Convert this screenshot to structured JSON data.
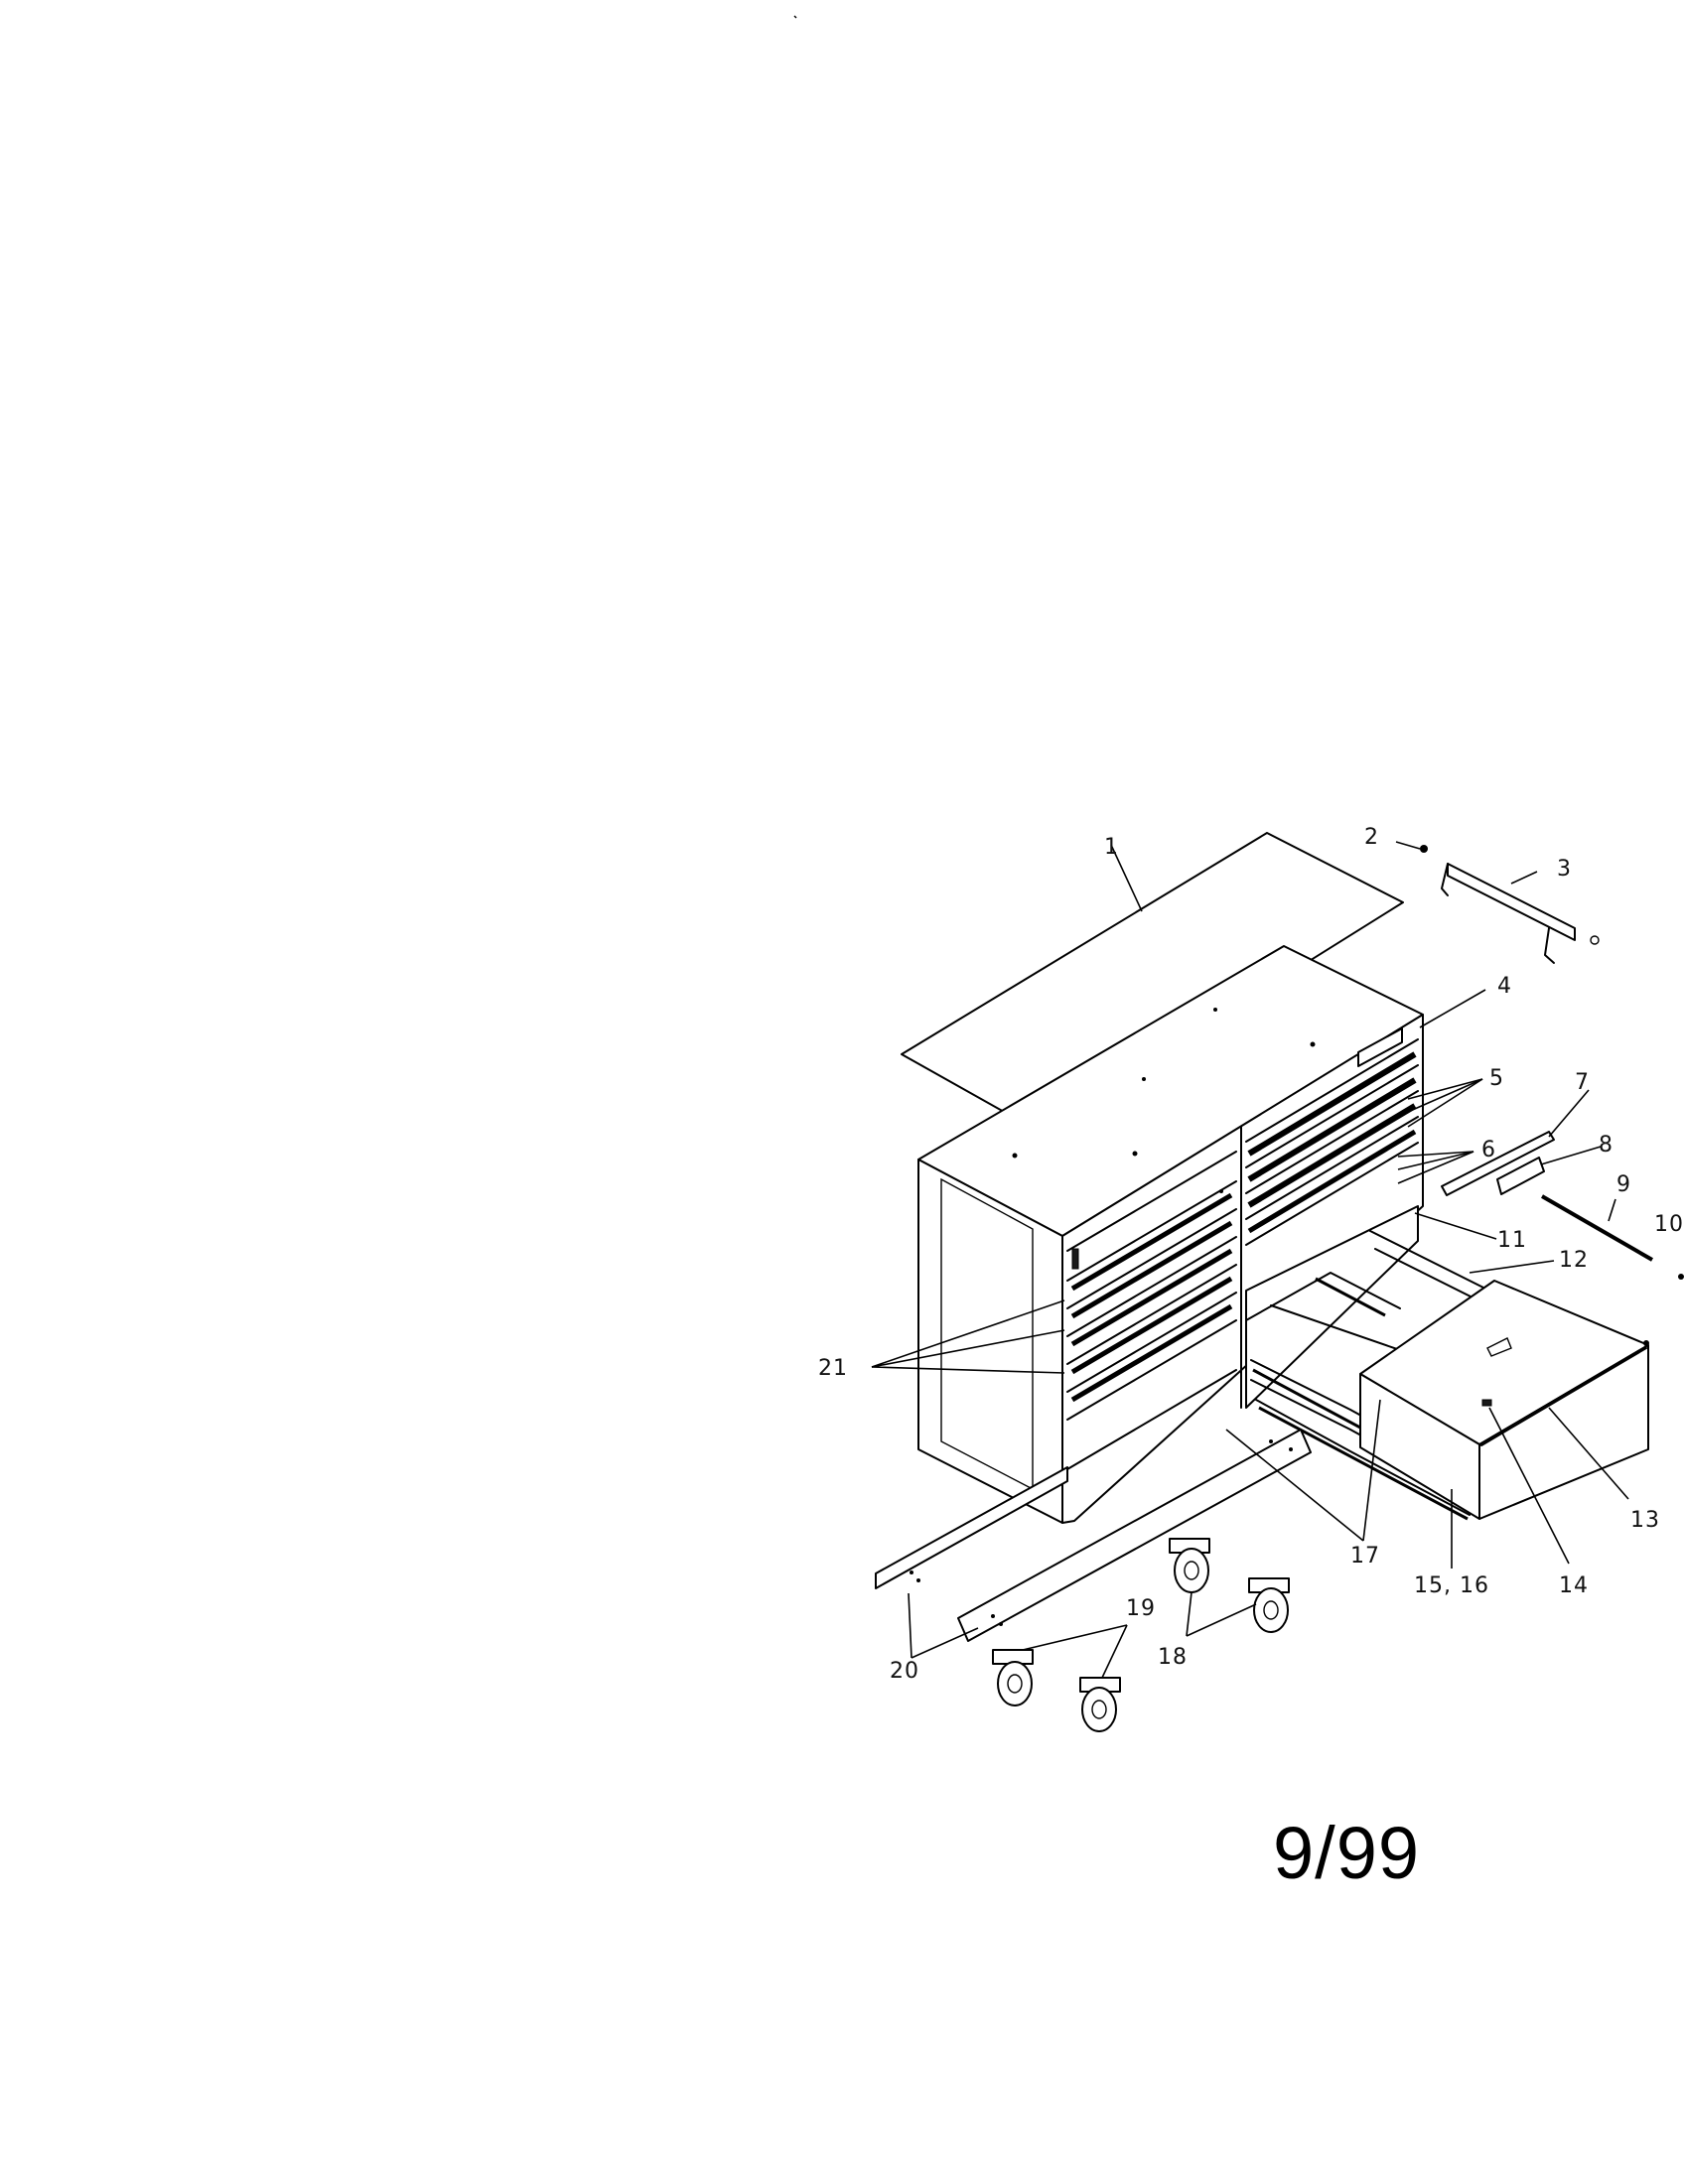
{
  "diagram": {
    "date_code": "9/99",
    "callouts": [
      {
        "id": "c1",
        "label": "1"
      },
      {
        "id": "c2",
        "label": "2"
      },
      {
        "id": "c3",
        "label": "3"
      },
      {
        "id": "c4",
        "label": "4"
      },
      {
        "id": "c5",
        "label": "5"
      },
      {
        "id": "c6",
        "label": "6"
      },
      {
        "id": "c7",
        "label": "7"
      },
      {
        "id": "c8",
        "label": "8"
      },
      {
        "id": "c9",
        "label": "9"
      },
      {
        "id": "c10",
        "label": "10"
      },
      {
        "id": "c11",
        "label": "11"
      },
      {
        "id": "c12",
        "label": "12"
      },
      {
        "id": "c13",
        "label": "13"
      },
      {
        "id": "c14",
        "label": "14"
      },
      {
        "id": "c15",
        "label": "15, 16"
      },
      {
        "id": "c17",
        "label": "17"
      },
      {
        "id": "c18",
        "label": "18"
      },
      {
        "id": "c19",
        "label": "19"
      },
      {
        "id": "c20",
        "label": "20"
      },
      {
        "id": "c21",
        "label": "21"
      }
    ]
  }
}
